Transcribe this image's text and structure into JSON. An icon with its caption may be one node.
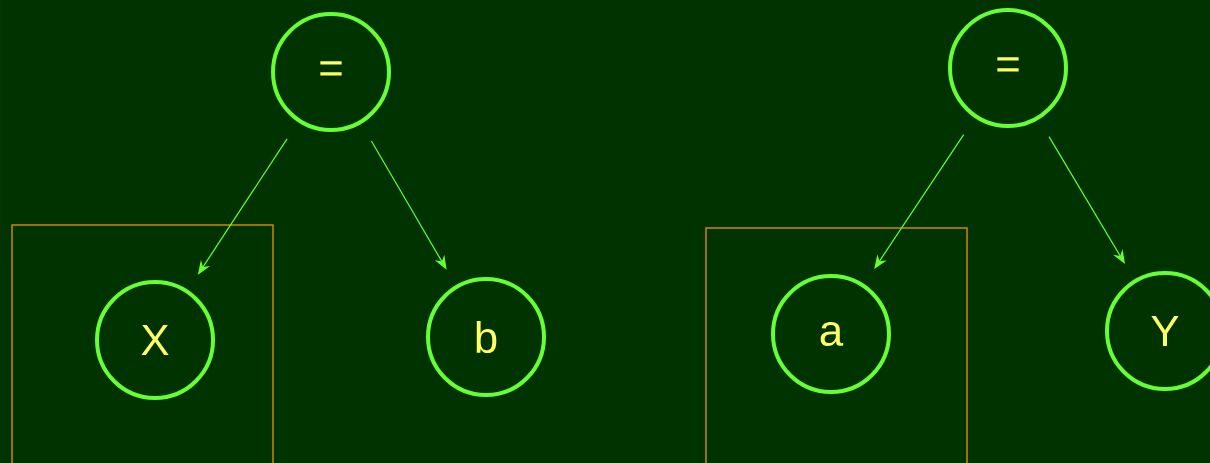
{
  "diagram": {
    "nodes": [
      {
        "text": [
          "="
        ]
      },
      {
        "text": [],
        "shape": "box"
      },
      {
        "text": [
          "X"
        ],
        "in": 1
      },
      {
        "text": [
          "b"
        ]
      },
      {
        "text": [
          "="
        ]
      },
      {
        "text": [],
        "shape": "box"
      },
      {
        "text": [
          "a"
        ],
        "in": 5
      },
      {
        "text": [
          "Y"
        ]
      }
    ],
    "edges": [
      {
        "from": 0,
        "to": 2,
        "arrow": "to"
      },
      {
        "from": 0,
        "to": 3,
        "arrow": "to"
      },
      {
        "from": 4,
        "to": 6,
        "arrow": "to"
      },
      {
        "from": 4,
        "to": 7,
        "arrow": "to"
      }
    ]
  }
}
